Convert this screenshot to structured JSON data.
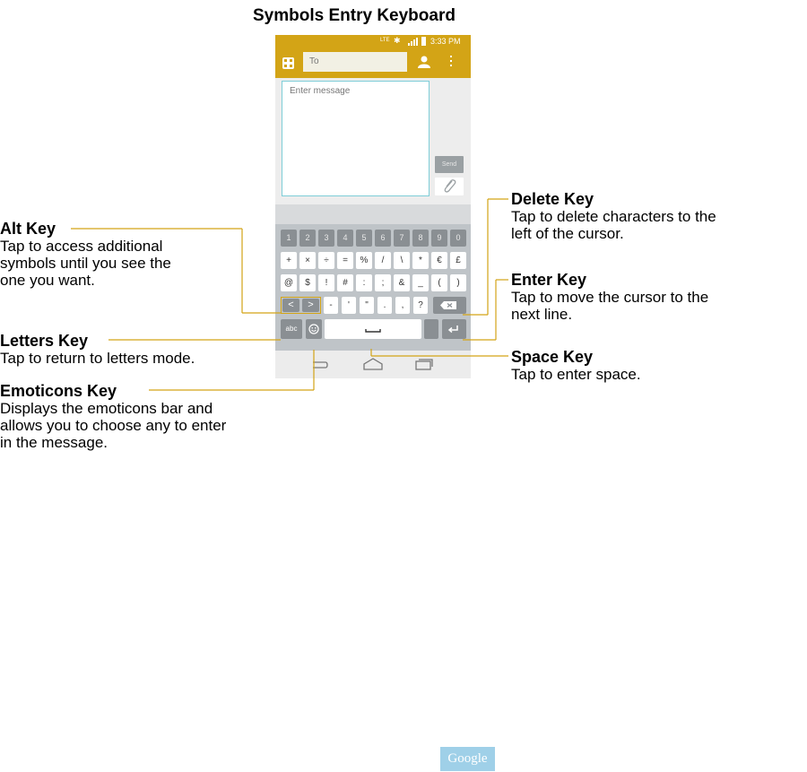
{
  "title": "Symbols Entry Keyboard",
  "status_bar": {
    "network": "LTE",
    "time": "3:33 PM"
  },
  "compose": {
    "to_placeholder": "To",
    "message_placeholder": "Enter message",
    "send_label": "Send"
  },
  "keyboard": {
    "row1": [
      "1",
      "2",
      "3",
      "4",
      "5",
      "6",
      "7",
      "8",
      "9",
      "0"
    ],
    "row2": [
      "+",
      "×",
      "÷",
      "=",
      "%",
      "/",
      "\\",
      "*",
      "€",
      "£"
    ],
    "row3": [
      "@",
      "$",
      "!",
      "#",
      ":",
      ";",
      "&",
      "_",
      "(",
      ")"
    ],
    "row4": [
      "-",
      "'",
      "\"",
      ".",
      ",",
      "?"
    ],
    "alt_left": "<",
    "alt_right": ">",
    "letters_label": "abc"
  },
  "callouts": {
    "alt": {
      "title": "Alt Key",
      "lines": [
        "Tap to access additional",
        "symbols until you see the",
        "one you want."
      ]
    },
    "letters": {
      "title": "Letters Key",
      "lines": [
        "Tap to return to letters mode."
      ]
    },
    "emoticons": {
      "title": "Emoticons Key",
      "lines": [
        "Displays the emoticons bar and",
        "allows you to choose any to enter",
        "in the message."
      ]
    },
    "delete": {
      "title": "Delete Key",
      "lines": [
        "Tap to delete characters to the",
        "left of the cursor."
      ]
    },
    "enter": {
      "title": "Enter Key",
      "lines": [
        "Tap to move the cursor to the",
        "next line."
      ]
    },
    "space": {
      "title": "Space Key",
      "lines": [
        "Tap to enter space."
      ]
    }
  },
  "watermark": "Google",
  "colors": {
    "accent": "#d3a416",
    "keyboard_bg": "#bfc4c8",
    "message_border": "#7ecdd7"
  }
}
